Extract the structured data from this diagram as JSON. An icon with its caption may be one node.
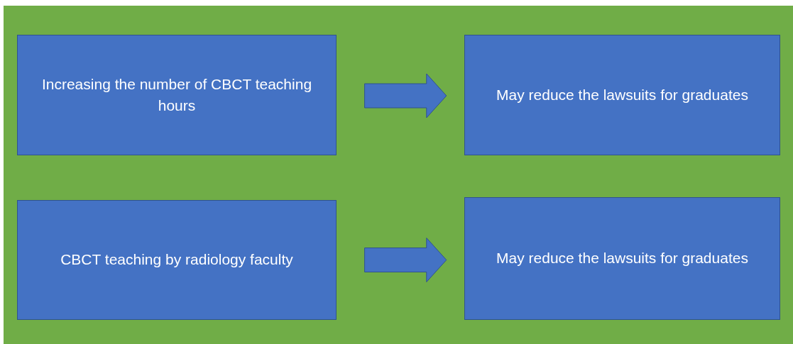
{
  "diagram": {
    "nodes": [
      {
        "text": [
          "Increasing the number of CBCT teaching hours"
        ]
      },
      {
        "text": [
          "May reduce the lawsuits for graduates"
        ]
      },
      {
        "text": [
          "CBCT teaching by radiology faculty"
        ]
      },
      {
        "text": [
          "May reduce the lawsuits for graduates"
        ]
      }
    ],
    "edges": [
      {
        "from": 0,
        "to": 1,
        "arrow": "to"
      },
      {
        "from": 2,
        "to": 3,
        "arrow": "to"
      }
    ]
  }
}
